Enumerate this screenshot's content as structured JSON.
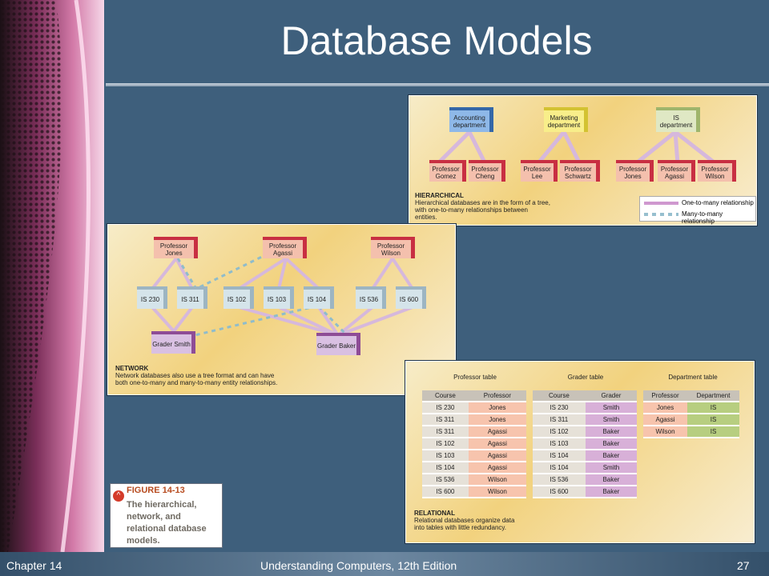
{
  "slide": {
    "title": "Database Models",
    "chapter": "Chapter 14",
    "book": "Understanding Computers, 12th Edition",
    "page": "27"
  },
  "hierarchical": {
    "departments": [
      "Accounting department",
      "Marketing department",
      "IS department"
    ],
    "professors": [
      "Professor Gomez",
      "Professor Cheng",
      "Professor Lee",
      "Professor Schwartz",
      "Professor Jones",
      "Professor Agassi",
      "Professor Wilson"
    ],
    "label": "HIERARCHICAL",
    "description": "Hierarchical databases are in the form of a tree, with one-to-many relationships between entities.",
    "legend": [
      "One-to-many relationship",
      "Many-to-many relationship"
    ]
  },
  "network": {
    "professors": [
      "Professor Jones",
      "Professor Agassi",
      "Professor Wilson"
    ],
    "courses": [
      "IS 230",
      "IS 311",
      "IS 102",
      "IS 103",
      "IS 104",
      "IS 536",
      "IS 600"
    ],
    "graders": [
      "Grader Smith",
      "Grader Baker"
    ],
    "label": "NETWORK",
    "description": "Network databases also use a tree format and can have both one-to-many and many-to-many entity relationships."
  },
  "relational": {
    "professor_table": {
      "title": "Professor table",
      "headers": [
        "Course",
        "Professor"
      ],
      "rows": [
        [
          "IS 230",
          "Jones"
        ],
        [
          "IS 311",
          "Jones"
        ],
        [
          "IS 311",
          "Agassi"
        ],
        [
          "IS 102",
          "Agassi"
        ],
        [
          "IS 103",
          "Agassi"
        ],
        [
          "IS 104",
          "Agassi"
        ],
        [
          "IS 536",
          "Wilson"
        ],
        [
          "IS 600",
          "Wilson"
        ]
      ]
    },
    "grader_table": {
      "title": "Grader table",
      "headers": [
        "Course",
        "Grader"
      ],
      "rows": [
        [
          "IS 230",
          "Smith"
        ],
        [
          "IS 311",
          "Smith"
        ],
        [
          "IS 102",
          "Baker"
        ],
        [
          "IS 103",
          "Baker"
        ],
        [
          "IS 104",
          "Baker"
        ],
        [
          "IS 104",
          "Smith"
        ],
        [
          "IS 536",
          "Baker"
        ],
        [
          "IS 600",
          "Baker"
        ]
      ]
    },
    "department_table": {
      "title": "Department table",
      "headers": [
        "Professor",
        "Department"
      ],
      "rows": [
        [
          "Jones",
          "IS"
        ],
        [
          "Agassi",
          "IS"
        ],
        [
          "Wilson",
          "IS"
        ]
      ]
    },
    "label": "RELATIONAL",
    "description": "Relational databases organize data into tables with little redundancy."
  },
  "figure": {
    "number": "FIGURE 14-13",
    "caption": "The hierarchical, network, and relational database models."
  }
}
